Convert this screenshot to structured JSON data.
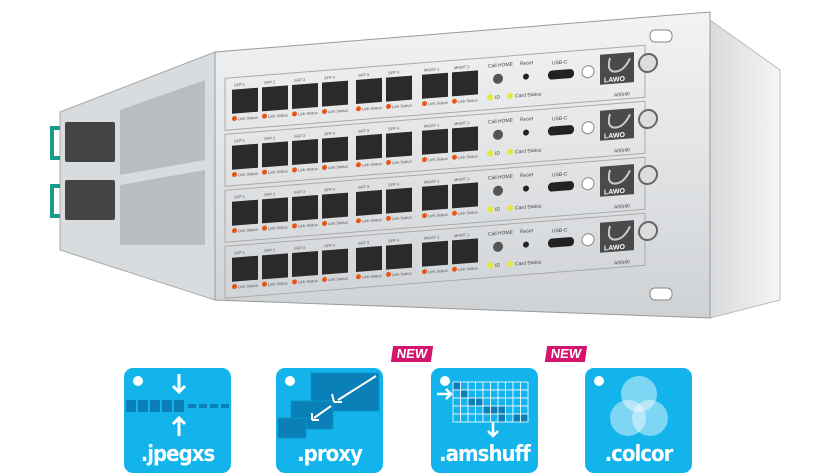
{
  "device": {
    "brand": "LAWO",
    "model": "A00/40",
    "slots": [
      {
        "ports": [
          "SFP 1",
          "SFP 2",
          "SFP 3",
          "SFP 4",
          "SFP 3",
          "SFP 4",
          "MGMT 1",
          "MGMT 2"
        ]
      },
      {
        "ports": [
          "SFP 1",
          "SFP 2",
          "SFP 3",
          "SFP 4",
          "SFP 3",
          "SFP 4",
          "MGMT 1",
          "MGMT 2"
        ]
      },
      {
        "ports": [
          "SFP 1",
          "SFP 2",
          "SFP 3",
          "SFP 4",
          "SFP 3",
          "SFP 4",
          "MGMT 1",
          "MGMT 2"
        ]
      },
      {
        "ports": [
          "SFP 1",
          "SFP 2",
          "SFP 3",
          "SFP 4",
          "SFP 3",
          "SFP 4",
          "MGMT 1",
          "MGMT 2"
        ]
      }
    ],
    "call_home": "Call HOME",
    "reset": "Reset",
    "usb": "USB-C",
    "id": "ID",
    "card_status": "Card Status",
    "link_status": "Link Status"
  },
  "features": [
    {
      "label": ".jpegxs",
      "badge": ""
    },
    {
      "label": ".proxy",
      "badge": ""
    },
    {
      "label": ".amshuff",
      "badge": "NEW"
    },
    {
      "label": ".colcor",
      "badge": "NEW"
    }
  ],
  "colors": {
    "tile": "#13b4ec",
    "badge": "#d5146e",
    "chassis": "#e4e6e8"
  }
}
